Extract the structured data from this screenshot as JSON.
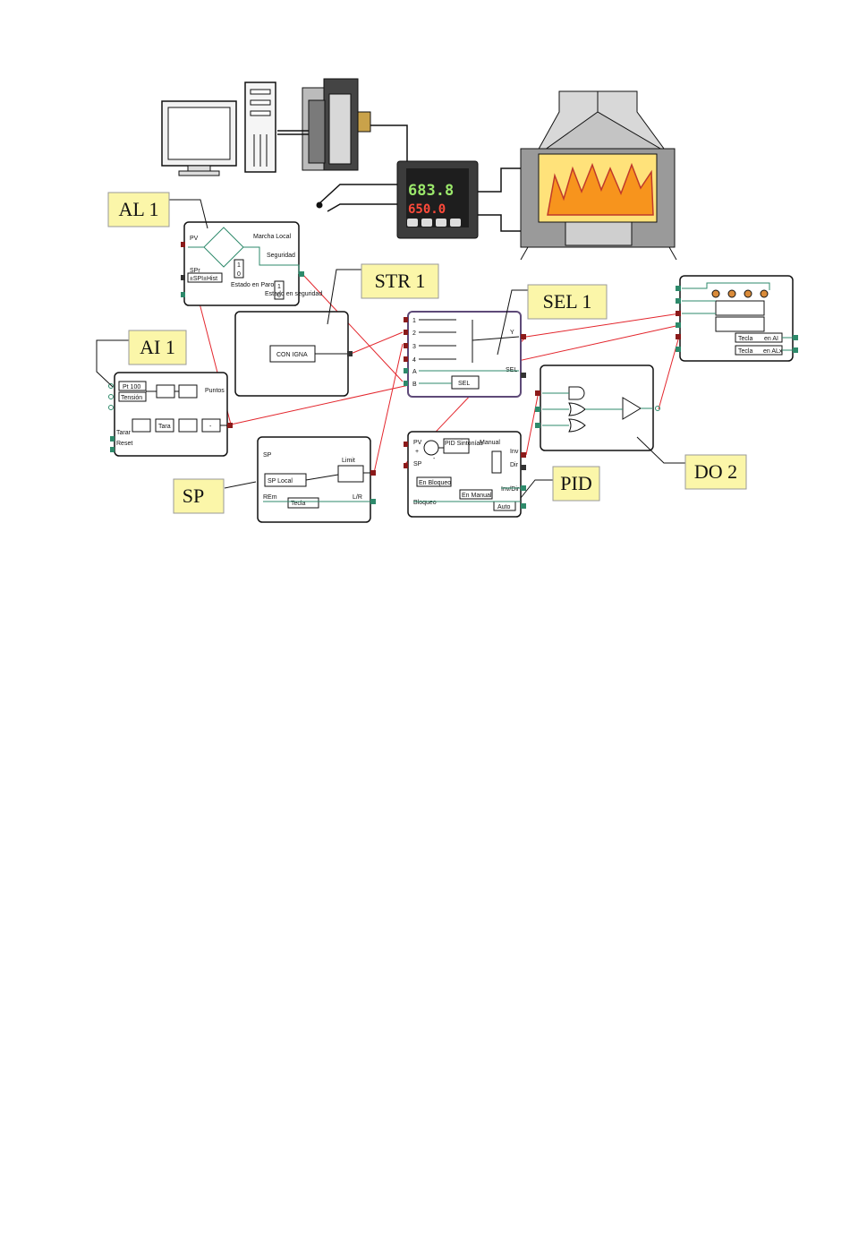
{
  "tags": {
    "al1": "AL 1",
    "str1": "STR 1",
    "sel1": "SEL 1",
    "ai1": "AI 1",
    "sp": "SP",
    "pid": "PID",
    "do2": "DO 2"
  },
  "controller": {
    "display_top": "683.8",
    "display_bottom": "650.0"
  },
  "al_block": {
    "pv": "PV",
    "spr": "SPr",
    "sp_hist": "±SPI±Hist",
    "marcha_local": "Marcha Local",
    "seguridad": "Seguridad",
    "estado_paro": "Estado en Paro",
    "estado_seguridad": "Estado en seguridad",
    "one": "1",
    "zero": "0",
    "one_b": "1",
    "zero_b": "0"
  },
  "str_block": {
    "consigna": "CON IGNA"
  },
  "sel_block": {
    "in1": "1",
    "in2": "2",
    "in3": "3",
    "in4": "4",
    "ina": "A",
    "inb": "B",
    "y": "Y",
    "sel_out": "SEL",
    "sel_box": "SEL"
  },
  "ai_block": {
    "pt100": "Pt 100",
    "tension": "Tensión",
    "puntos": "Puntos",
    "tara": "Tara",
    "tarar": "Tarar",
    "reset": "Reset",
    "minus": "-"
  },
  "sp_block": {
    "sp": "SP",
    "sp_local": "SP Local",
    "limit": "Limit",
    "rem": "REm",
    "lr": "L/R",
    "tecla": "Tecla"
  },
  "pid_block": {
    "pv": "PV",
    "sp": "SP",
    "plus": "+",
    "minus": "-",
    "pid_sint": "PID Sintonías",
    "manual": "Manual",
    "inv": "Inv",
    "dir": "Dir",
    "inv_dir": "Inv/Dir",
    "en_bloqueo": "En Bloqueo",
    "en_manual": "En Manual",
    "bloqueo": "Bloqueo",
    "auto": "Auto"
  },
  "display_block": {
    "tecla_ai": "Tecla",
    "tecla_ai_suffix": "en AI",
    "tecla_alx": "Tecla",
    "tecla_alx_suffix": "en ALx"
  },
  "colors": {
    "tag_bg": "#fbf6a9",
    "wire_red": "#e3262d",
    "wire_green": "#2e8a6b",
    "flame": "#f7941d"
  }
}
